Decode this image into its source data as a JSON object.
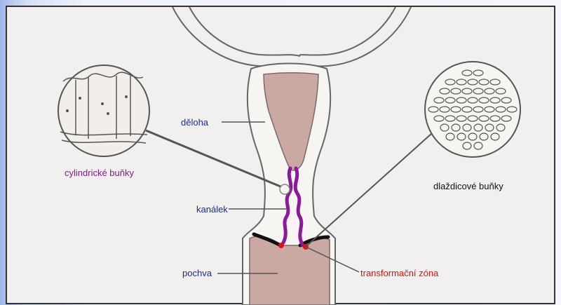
{
  "labels": {
    "cylindricke": "cylindrické buňky",
    "deloha": "děloha",
    "kanalek": "kanálek",
    "pochva": "pochva",
    "dlazdicove": "dlaždicové buňky",
    "transformacni": "transformační zóna"
  },
  "colors": {
    "label_blue": "#1a2a8c",
    "label_purple": "#7a1f8a",
    "label_red": "#e01010",
    "canal_purple": "#8a1a98",
    "tissue_fill": "#c9a9a1",
    "outline": "#555555",
    "panel_bg": "#f2f0ee"
  }
}
